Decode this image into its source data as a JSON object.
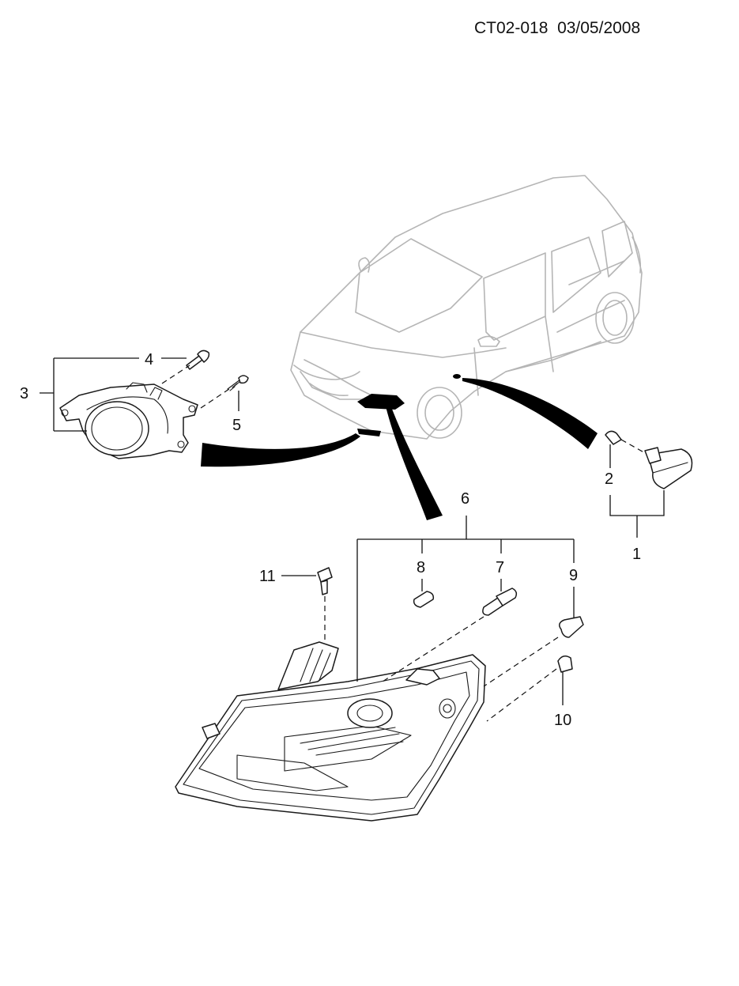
{
  "header": {
    "drawing_code": "CT02-018",
    "date": "03/05/2008"
  },
  "callouts": {
    "c1": "1",
    "c2": "2",
    "c3": "3",
    "c4": "4",
    "c5": "5",
    "c6": "6",
    "c7": "7",
    "c8": "8",
    "c9": "9",
    "c10": "10",
    "c11": "11"
  },
  "colors": {
    "line": "#1a1a1a",
    "vehicle_outline": "#b5b5b5",
    "pointer_fill": "#000000",
    "background": "#ffffff"
  }
}
